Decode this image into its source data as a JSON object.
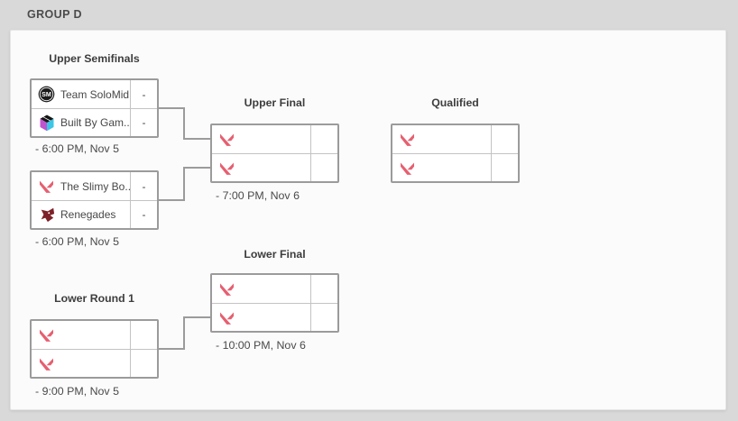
{
  "group": {
    "title": "GROUP D"
  },
  "colors": {
    "valorant_red": "#e65f70",
    "tsm_black": "#1b1b1b",
    "bbg_top": "#151515",
    "bbg_left": "#bf54cf",
    "bbg_right": "#3bc7e5",
    "renegades_red": "#7d2027",
    "connector_gray": "#9b9b9b"
  },
  "logos": {
    "tsm_monogram": "SM"
  },
  "rounds": {
    "upper_semifinals": {
      "label": "Upper Semifinals"
    },
    "upper_final": {
      "label": "Upper Final"
    },
    "qualified": {
      "label": "Qualified"
    },
    "lower_round_1": {
      "label": "Lower Round 1"
    },
    "lower_final": {
      "label": "Lower Final"
    }
  },
  "matches": {
    "ub_semi_1": {
      "team1": {
        "name": "Team SoloMid",
        "score": "-"
      },
      "team2": {
        "name": "Built By Gam...",
        "score": "-"
      },
      "time": "- 6:00 PM, Nov 5"
    },
    "ub_semi_2": {
      "team1": {
        "name": "The Slimy Bo...",
        "score": "-"
      },
      "team2": {
        "name": "Renegades",
        "score": "-"
      },
      "time": "- 6:00 PM, Nov 5"
    },
    "upper_final": {
      "time": "- 7:00 PM, Nov 6"
    },
    "lower_round_1": {
      "time": "- 9:00 PM, Nov 5"
    },
    "lower_final": {
      "time": "- 10:00 PM, Nov 6"
    }
  }
}
